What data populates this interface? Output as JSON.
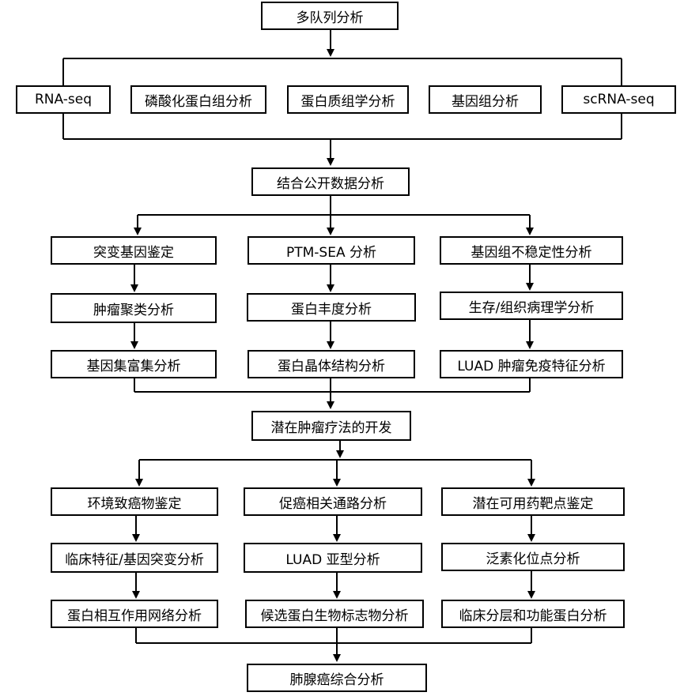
{
  "nodes": {
    "multi_cohort": "多队列分析",
    "rna_seq": "RNA-seq",
    "phospho": "磷酸化蛋白组分析",
    "proteomics": "蛋白质组学分析",
    "genomics": "基因组分析",
    "scrna_seq": "scRNA-seq",
    "public_data": "结合公开数据分析",
    "mutation_id": "突变基因鉴定",
    "ptm_sea": "PTM-SEA 分析",
    "genome_instability": "基因组不稳定性分析",
    "tumor_cluster": "肿瘤聚类分析",
    "protein_abundance": "蛋白丰度分析",
    "survival_pathology": "生存/组织病理学分析",
    "gene_set_enrich": "基因集富集分析",
    "protein_crystal": "蛋白晶体结构分析",
    "luad_immune": "LUAD 肿瘤免疫特征分析",
    "therapy_dev": "潜在肿瘤疗法的开发",
    "carcinogen_id": "环境致癌物鉴定",
    "oncogenic_pathway": "促癌相关通路分析",
    "drug_target": "潜在可用药靶点鉴定",
    "clinical_mutation": "临床特征/基因突变分析",
    "luad_subtype": "LUAD 亚型分析",
    "ubiquitination": "泛素化位点分析",
    "ppi_network": "蛋白相互作用网络分析",
    "biomarker": "候选蛋白生物标志物分析",
    "clinical_strat": "临床分层和功能蛋白分析",
    "lung_adeno": "肺腺癌综合分析"
  }
}
